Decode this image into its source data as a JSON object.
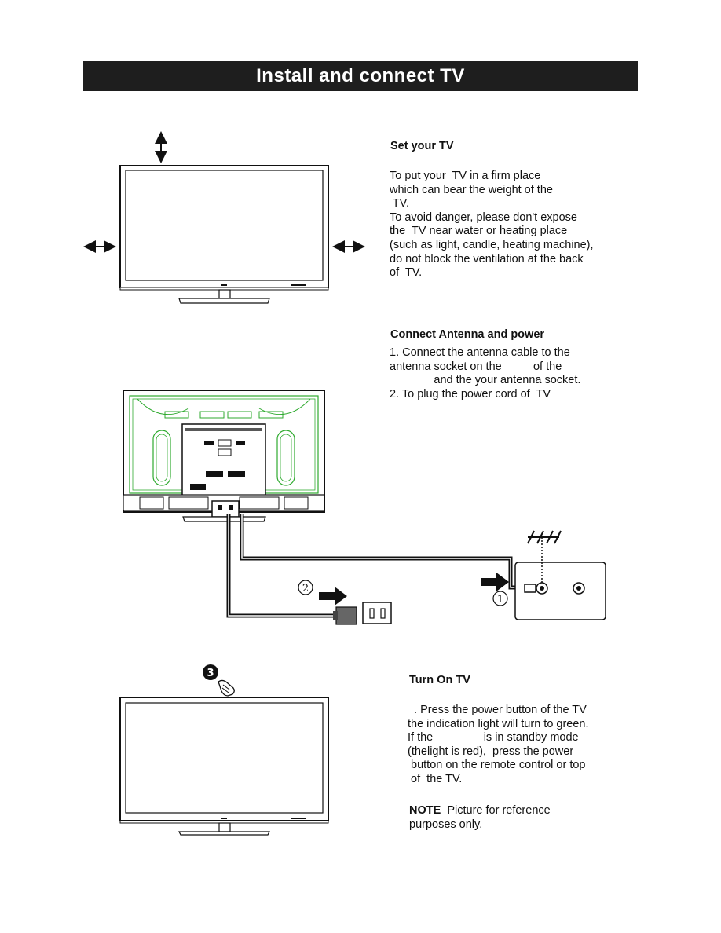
{
  "banner": {
    "title": "Install and connect  TV"
  },
  "set_tv": {
    "heading": "Set your  TV",
    "lines": [
      "To put your  TV in a firm place",
      "which can bear the weight of the",
      " TV.",
      "To avoid danger, please don't expose",
      "the  TV near water or heating place",
      "(such as light, candle, heating machine),",
      "do not block the ventilation at the back",
      "of  TV."
    ]
  },
  "antenna": {
    "heading": "Connect Antenna and power",
    "lines": [
      "1. Connect the antenna cable to the",
      "antenna socket on the          of the",
      "              and the your antenna socket.",
      "2. To plug the power cord of  TV"
    ],
    "step_markers": [
      "1",
      "2"
    ]
  },
  "turn_on": {
    "heading": "Turn On  TV",
    "step_marker": "3",
    "lines": [
      "  . Press the power button of the TV",
      "the indication light will turn to green.",
      "If the                is in standby mode",
      "(thelight is red),  press the power",
      " button on the remote control or top",
      " of  the TV."
    ],
    "note_label": "NOTE",
    "note_lines": [
      "  Picture for reference",
      "purposes only."
    ]
  },
  "colors": {
    "banner": "#1e1e1e",
    "outline": "#111111",
    "vent_green": "#2faa2f"
  }
}
